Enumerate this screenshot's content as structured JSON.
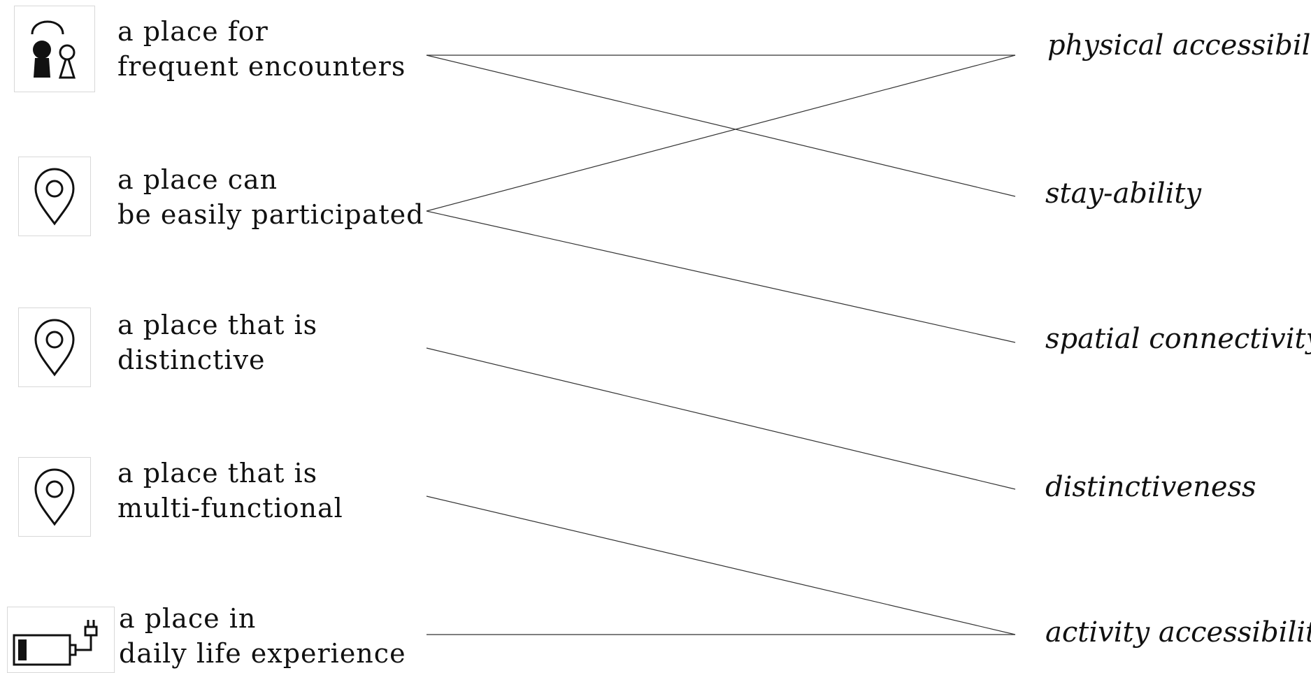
{
  "left_items": [
    {
      "line1": "a place for",
      "line2": "frequent encounters",
      "icon": "people-icon"
    },
    {
      "line1": "a place can",
      "line2": "be easily participated",
      "icon": "location-pin-icon"
    },
    {
      "line1": "a place that is",
      "line2": "distinctive",
      "icon": "location-pin-icon"
    },
    {
      "line1": "a place that is",
      "line2": "multi-functional",
      "icon": "location-pin-icon"
    },
    {
      "line1": "a place in",
      "line2": "daily life experience",
      "icon": "battery-plug-icon"
    }
  ],
  "right_items": [
    "physical accessibility",
    "stay-ability",
    "spatial connectivity",
    "distinctiveness",
    "activity accessibility"
  ],
  "connections": [
    {
      "from": 0,
      "to": 0
    },
    {
      "from": 0,
      "to": 1
    },
    {
      "from": 1,
      "to": 0
    },
    {
      "from": 1,
      "to": 2
    },
    {
      "from": 2,
      "to": 3
    },
    {
      "from": 3,
      "to": 4
    },
    {
      "from": 4,
      "to": 4
    }
  ],
  "colors": {
    "text": "#111111",
    "line": "#333333",
    "icon_border": "#d8d8d8"
  }
}
